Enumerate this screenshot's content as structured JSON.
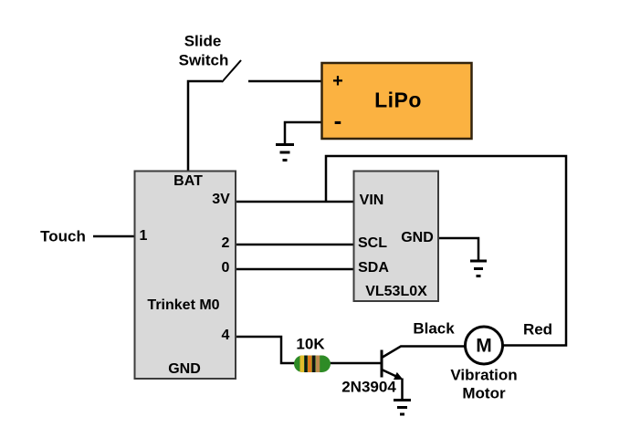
{
  "diagram": {
    "title_hint": "Wiring diagram",
    "colors": {
      "battery_fill": "#FBB241",
      "battery_border": "#32230D",
      "module_fill": "#D9D9D9",
      "module_border": "#3C3C3C",
      "wire": "#000000",
      "resistor_body": "#2E8B26",
      "resistor_band_1": "#E2BC2D",
      "resistor_band_2": "#141414",
      "resistor_band_3": "#E07C1F",
      "resistor_band_4": "#141414",
      "resistor_band_5": "#BE8A50"
    },
    "labels": {
      "slide_switch_1": "Slide",
      "slide_switch_2": "Switch",
      "touch": "Touch",
      "resistor_value": "10K",
      "transistor_part": "2N3904",
      "wire_black": "Black",
      "wire_red": "Red",
      "motor_letter": "M",
      "motor_name_1": "Vibration",
      "motor_name_2": "Motor"
    },
    "battery": {
      "name": "LiPo",
      "plus": "+",
      "minus": "-"
    },
    "microcontroller": {
      "name": "Trinket M0",
      "pin_bat": "BAT",
      "pin_3v": "3V",
      "pin_1": "1",
      "pin_2": "2",
      "pin_0": "0",
      "pin_4": "4",
      "pin_gnd": "GND"
    },
    "sensor": {
      "name": "VL53L0X",
      "pin_vin": "VIN",
      "pin_scl": "SCL",
      "pin_sda": "SDA",
      "pin_gnd": "GND"
    }
  }
}
